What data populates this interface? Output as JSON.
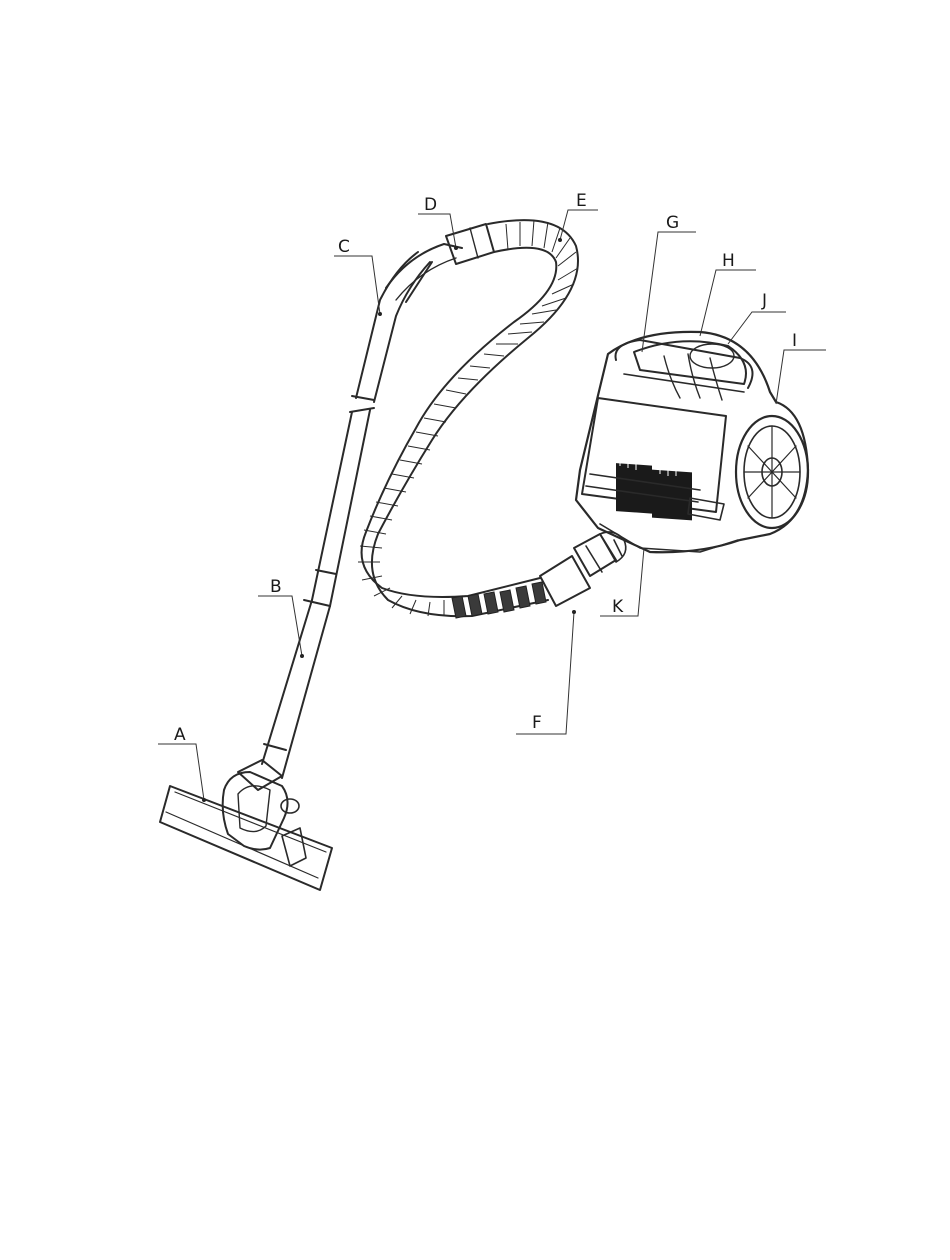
{
  "diagram": {
    "labels": {
      "A": "A",
      "B": "B",
      "C": "C",
      "D": "D",
      "E": "E",
      "F": "F",
      "G": "G",
      "H": "H",
      "I": "I",
      "J": "J",
      "K": "K"
    }
  }
}
